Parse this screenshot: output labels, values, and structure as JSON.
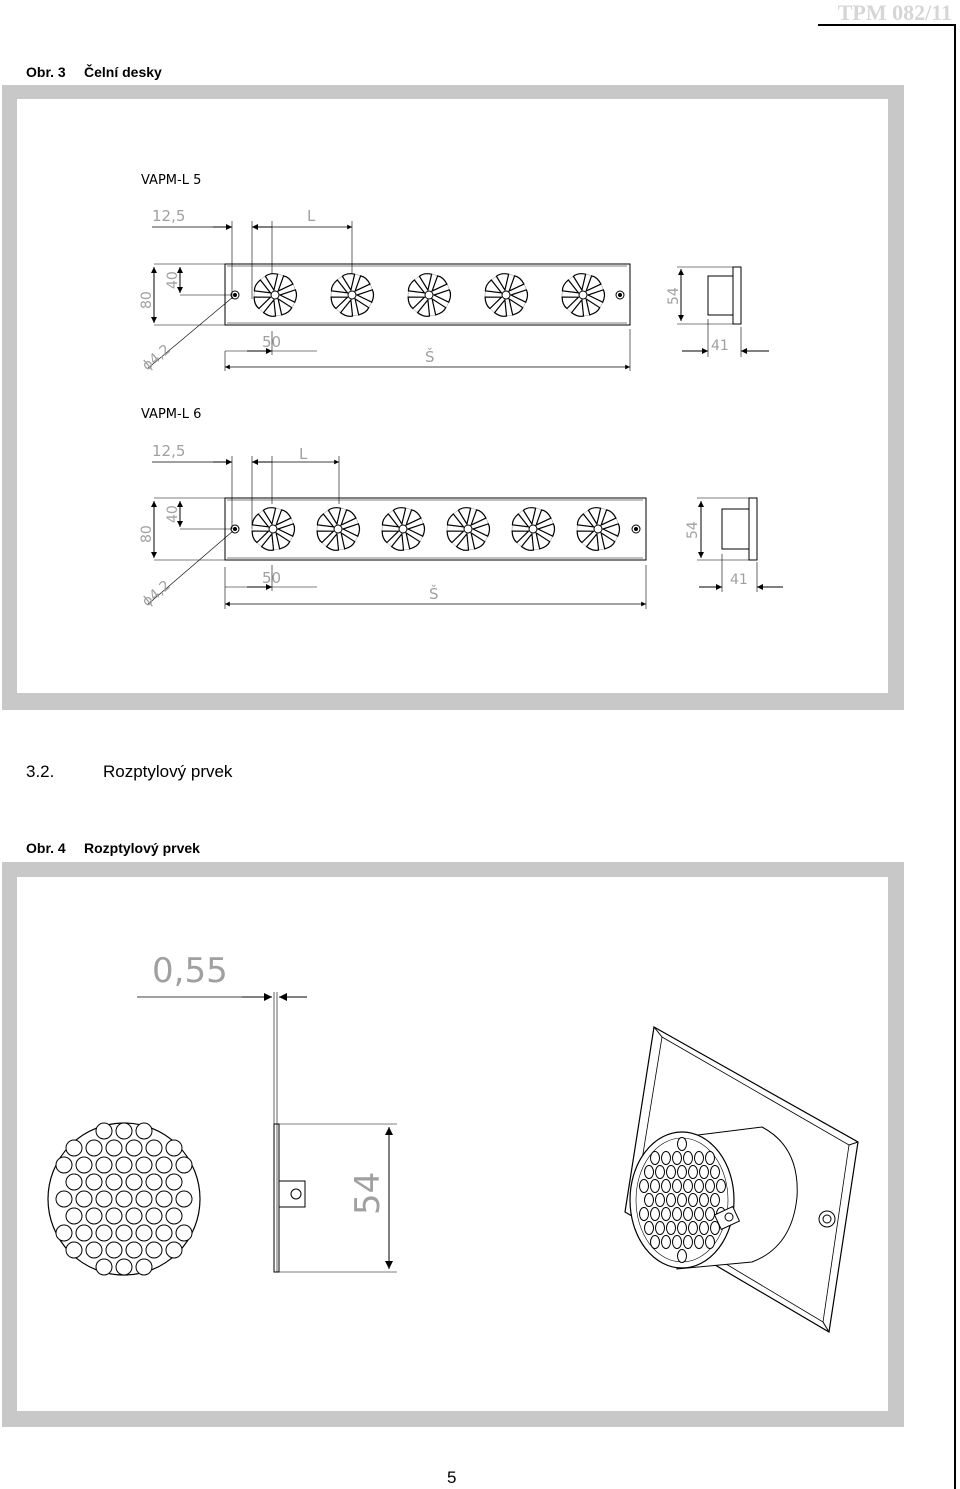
{
  "header": {
    "doc_code": "TPM 082/11"
  },
  "figure3": {
    "caption_num": "Obr. 3",
    "caption_text": "Čelní desky",
    "vapm5": {
      "title": "VAPM-L 5",
      "dims": {
        "pitch": "12,5",
        "length": "L",
        "height": "80",
        "half_height": "40",
        "hole": "ϕ4,2",
        "spacing": "50",
        "width": "Š",
        "depth_h": "54",
        "depth_w": "41"
      },
      "diffuser_count": 5
    },
    "vapm6": {
      "title": "VAPM-L 6",
      "dims": {
        "pitch": "12,5",
        "length": "L",
        "height": "80",
        "half_height": "40",
        "hole": "ϕ4,2",
        "spacing": "50",
        "width": "Š",
        "depth_h": "54",
        "depth_w": "41"
      },
      "diffuser_count": 6
    }
  },
  "section": {
    "num": "3.2.",
    "title": "Rozptylový prvek"
  },
  "figure4": {
    "caption_num": "Obr. 4",
    "caption_text": "Rozptylový prvek",
    "dims": {
      "thickness": "0,55",
      "height": "54"
    }
  },
  "footer": {
    "page_number": "5"
  }
}
